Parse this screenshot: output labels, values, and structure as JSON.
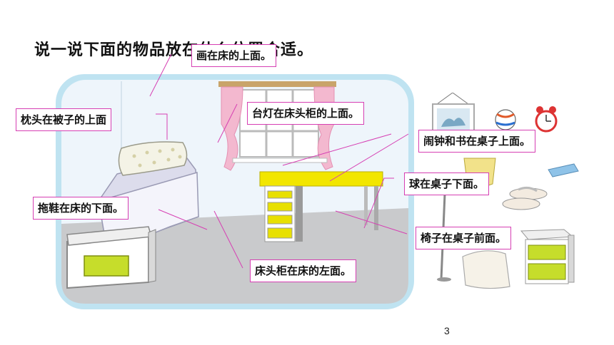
{
  "title": "说一说下面的物品放在什么位置合适。",
  "labels": {
    "painting": "画在床的上面。",
    "pillow": "枕头在被子的上面",
    "lamp": "台灯在床头柜的上面。",
    "clock_books": "闹钟和书在桌子上面。",
    "ball": "球在桌子下面。",
    "slippers": "拖鞋在床的下面。",
    "chair": "椅子在桌子前面。",
    "nightstand": "床头柜在床的左面。"
  },
  "page_number": "3",
  "colors": {
    "label_border": "#d63fb3",
    "wall": "#eef5fb",
    "floor": "#c9cacc",
    "desk_top": "#f2e600",
    "drawer": "#e8e000",
    "curtain": "#f3b8cf",
    "frame": "#8fd0e8",
    "lime": "#c6dd2b"
  },
  "icons": [
    "painting-icon",
    "pillow-icon",
    "lamp-icon",
    "clock-icon",
    "books-icon",
    "ball-icon",
    "slippers-icon",
    "chair-icon",
    "nightstand-icon"
  ]
}
